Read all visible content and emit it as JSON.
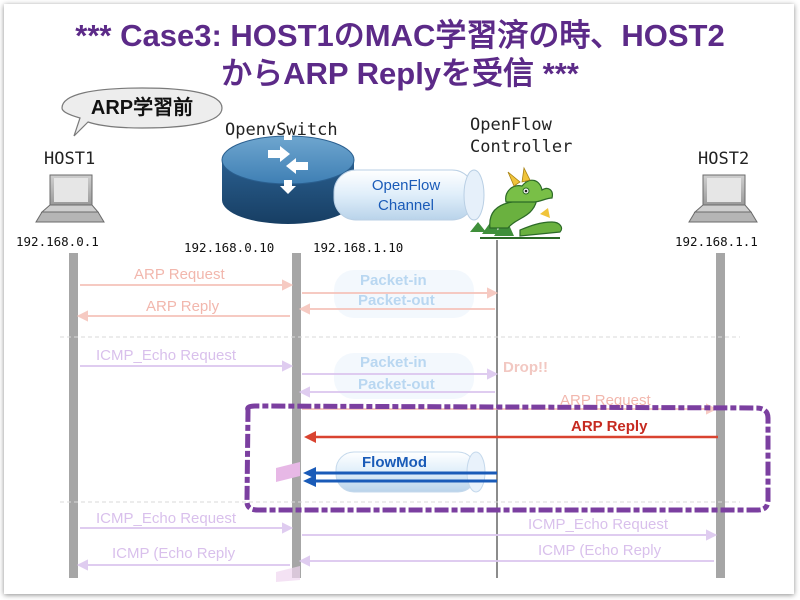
{
  "title": {
    "line1": "*** Case3: HOST1のMAC学習済の時、HOST2",
    "line2": "からARP Replyを受信 ***"
  },
  "bubble": "ARP学習前",
  "switch": {
    "name": "OpenvSwitch",
    "ip_left": "192.168.0.10",
    "ip_right": "192.168.1.10"
  },
  "controller": {
    "line1": "OpenFlow",
    "line2": "Controller"
  },
  "channel": {
    "line1": "OpenFlow",
    "line2": "Channel"
  },
  "host1": {
    "name": "HOST1",
    "ip": "192.168.0.1"
  },
  "host2": {
    "name": "HOST2",
    "ip": "192.168.1.1"
  },
  "messages": {
    "arp_request_1": "ARP Request",
    "arp_reply_1": "ARP Reply",
    "packet_in_1": "Packet-in",
    "packet_out_1": "Packet-out",
    "icmp_echo_request_1": "ICMP_Echo Request",
    "packet_in_2": "Packet-in",
    "packet_out_2": "Packet-out",
    "drop": "Drop!!",
    "arp_request_2": "ARP Request",
    "arp_reply_highlight": "ARP Reply",
    "flowmod": "FlowMod",
    "icmp_echo_request_left": "ICMP_Echo Request",
    "icmp_echo_reply_left": "ICMP (Echo Reply",
    "icmp_echo_request_right": "ICMP_Echo Request",
    "icmp_echo_reply_right": "ICMP (Echo Reply"
  },
  "colors": {
    "title": "#5c2a88",
    "highlight_box": "#7b3fa0",
    "arp_reply": "#d94330",
    "flowmod": "#1a5bb8",
    "lifeline": "#a6a6a6"
  }
}
